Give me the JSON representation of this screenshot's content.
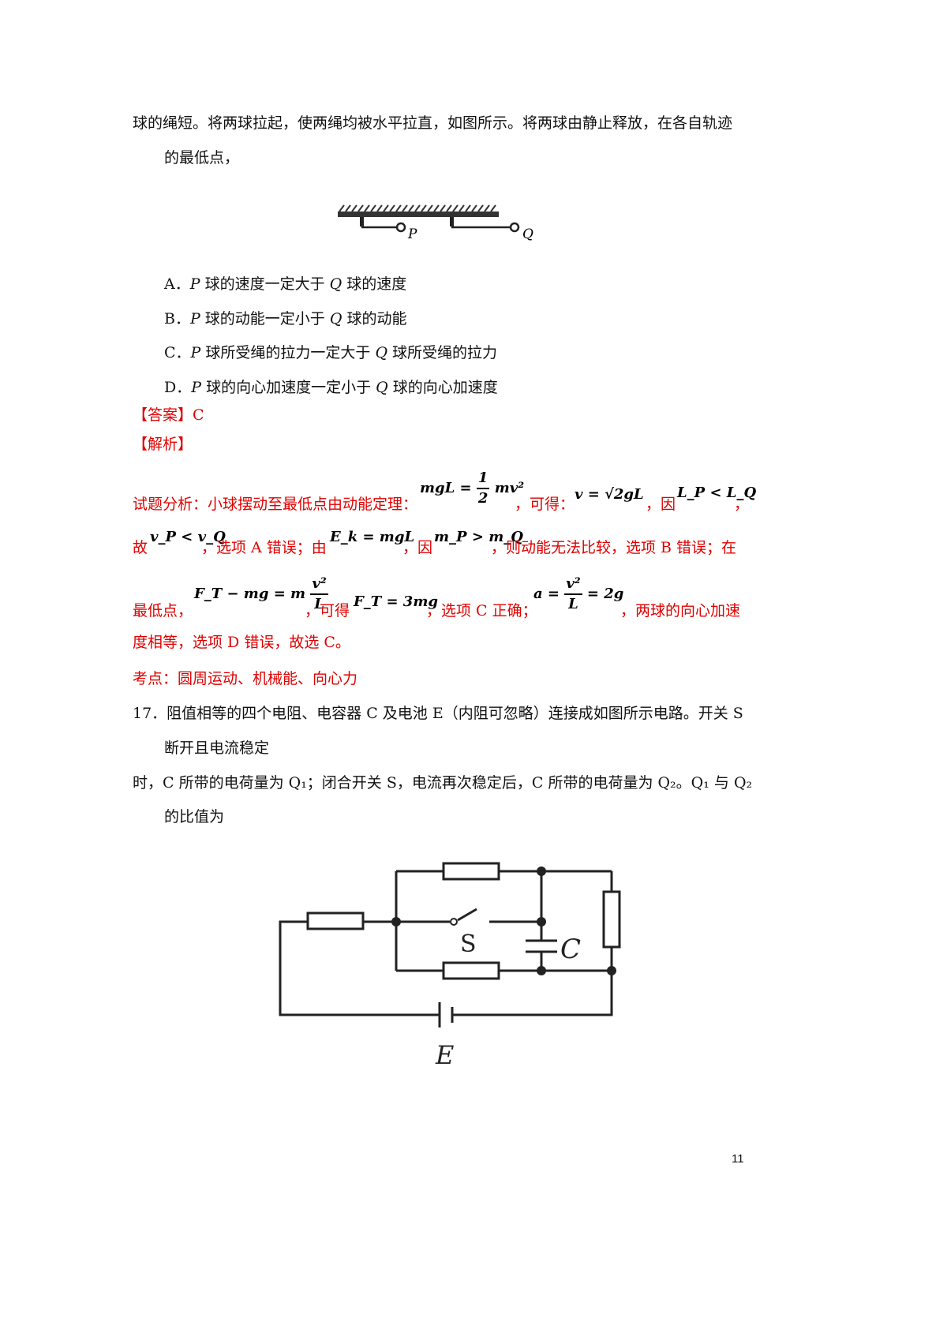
{
  "problem16": {
    "line1": "球的绳短。将两球拉起，使两绳均被水平拉直，如图所示。将两球由静止释放，在各自轨迹",
    "line2": "的最低点，",
    "figure_labels": {
      "p": "P",
      "q": "Q"
    },
    "options": [
      {
        "prefix": "A．",
        "v1": "P",
        "mid": " 球的速度一定大于 ",
        "v2": "Q",
        "end": " 球的速度"
      },
      {
        "prefix": "B．",
        "v1": "P",
        "mid": " 球的动能一定小于 ",
        "v2": "Q",
        "end": " 球的动能"
      },
      {
        "prefix": "C．",
        "v1": "P",
        "mid": " 球所受绳的拉力一定大于 ",
        "v2": "Q",
        "end": " 球所受绳的拉力"
      },
      {
        "prefix": "D．",
        "v1": "P",
        "mid": " 球的向心加速度一定小于 ",
        "v2": "Q",
        "end": " 球的向心加速度"
      }
    ],
    "answer": "【答案】C",
    "analysis_header": "【解析】",
    "analysis": {
      "l1a": "试题分析：小球摆动至最低点由动能定理：",
      "l1b": "，可得：",
      "l1c": "，因",
      "l1d": "，",
      "l2a": "故",
      "l2b": "，选项 A 错误；由",
      "l2c": "，因",
      "l2d": "，则动能无法比较，选项 B 错误；在",
      "l3a": "最低点，",
      "l3b": "，可得",
      "l3c": "，选项 C 正确；",
      "l3d": "，两球的向心加速",
      "l4": "度相等，选项 D 错误，故选 C。"
    },
    "formulas": {
      "f1_left": "mgL =",
      "f1_num": "1",
      "f1_den": "2",
      "f1_right": "mv²",
      "f2": "v = √2gL",
      "f3": "L_P < L_Q",
      "f4": "v_P < v_Q",
      "f5": "E_k = mgL",
      "f6": "m_P > m_Q",
      "f7_left": "F_T − mg = m",
      "f7_num": "v²",
      "f7_den": "L",
      "f8": "F_T = 3mg",
      "f9_left": "a =",
      "f9_num": "v²",
      "f9_den": "L",
      "f9_right": "= 2g"
    },
    "kaodian": "考点：圆周运动、机械能、向心力"
  },
  "problem17": {
    "l1": "17．阻值相等的四个电阻、电容器 C 及电池 E（内阻可忽略）连接成如图所示电路。开关 S",
    "l2": "断开且电流稳定",
    "l3": "时，C 所带的电荷量为 Q₁；闭合开关 S，电流再次稳定后，C 所带的电荷量为 Q₂。Q₁ 与 Q₂",
    "l4": "的比值为",
    "circuit_labels": {
      "s": "S",
      "c": "C",
      "e": "E"
    }
  },
  "page_number": "11"
}
